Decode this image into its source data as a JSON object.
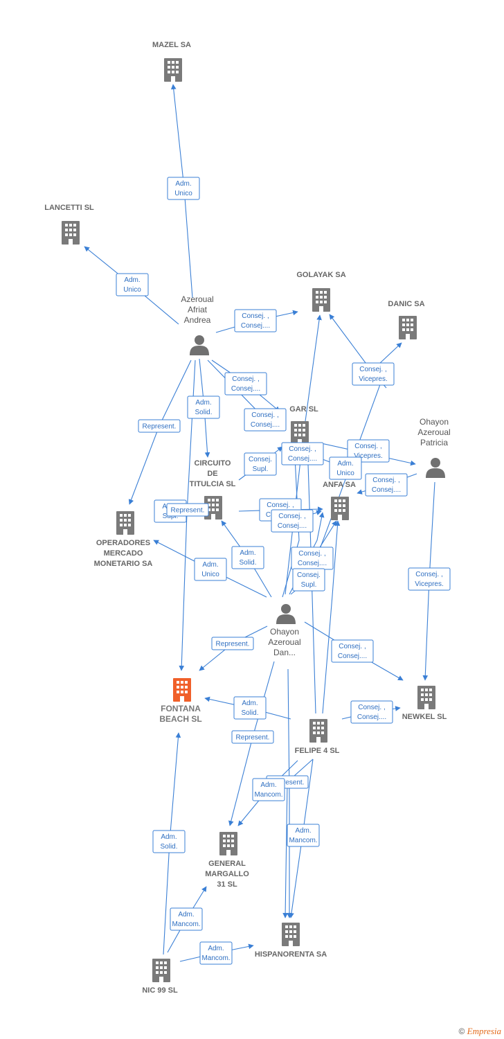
{
  "colors": {
    "edge": "#3a7fd5",
    "company": "#7a7a7a",
    "focus_company": "#f0602a",
    "person": "#707070",
    "label": "#666666"
  },
  "nodes": [
    {
      "id": "mazel",
      "type": "company",
      "label": [
        "MAZEL SA"
      ]
    },
    {
      "id": "lancetti",
      "type": "company",
      "label": [
        "LANCETTI  SL"
      ]
    },
    {
      "id": "golayak",
      "type": "company",
      "label": [
        "GOLAYAK SA"
      ]
    },
    {
      "id": "danic",
      "type": "company",
      "label": [
        "DANIC SA"
      ]
    },
    {
      "id": "andrea",
      "type": "person",
      "label": [
        "Azeroual",
        "Afriat",
        "Andrea"
      ]
    },
    {
      "id": "gar",
      "type": "company",
      "label": [
        "GAR  SL"
      ]
    },
    {
      "id": "patricia",
      "type": "person",
      "label": [
        "Ohayon",
        "Azeroual",
        "Patricia"
      ]
    },
    {
      "id": "circuito",
      "type": "company",
      "label": [
        "CIRCUITO",
        "DE",
        "TITULCIA  SL"
      ]
    },
    {
      "id": "anfa",
      "type": "company",
      "label": [
        "ANFA SA"
      ]
    },
    {
      "id": "operadores",
      "type": "company",
      "label": [
        "OPERADORES",
        "MERCADO",
        "MONETARIO SA"
      ]
    },
    {
      "id": "dan",
      "type": "person",
      "label": [
        "Ohayon",
        "Azeroual",
        "Dan..."
      ]
    },
    {
      "id": "fontana",
      "type": "focus",
      "label": [
        "FONTANA",
        "BEACH  SL"
      ]
    },
    {
      "id": "newkel",
      "type": "company",
      "label": [
        "NEWKEL  SL"
      ]
    },
    {
      "id": "felipe",
      "type": "company",
      "label": [
        "FELIPE 4  SL"
      ]
    },
    {
      "id": "margallo",
      "type": "company",
      "label": [
        "GENERAL",
        "MARGALLO",
        "31  SL"
      ]
    },
    {
      "id": "hispanorenta",
      "type": "company",
      "label": [
        "HISPANORENTA SA"
      ]
    },
    {
      "id": "nic99",
      "type": "company",
      "label": [
        "NIC 99  SL"
      ]
    }
  ],
  "edges": [
    {
      "id": "e01",
      "label": [
        "Adm.",
        "Unico"
      ]
    },
    {
      "id": "e02",
      "label": [
        "Adm.",
        "Unico"
      ]
    },
    {
      "id": "e03",
      "label": [
        "Consej. ,",
        "Consej...."
      ]
    },
    {
      "id": "e04",
      "label": [
        "Consej. ,",
        "Vicepres."
      ]
    },
    {
      "id": "e05",
      "label": [
        "Consej. ,",
        "Consej...."
      ]
    },
    {
      "id": "e06",
      "label": [
        "Consej. ,",
        "Consej...."
      ]
    },
    {
      "id": "e07",
      "label": [
        "Adm.",
        "Solid."
      ]
    },
    {
      "id": "e08",
      "label": [
        "Represent."
      ]
    },
    {
      "id": "e09",
      "label": [
        "Consej. ,",
        "Consej...."
      ]
    },
    {
      "id": "e10",
      "label": [
        "Consej. ,",
        "Vicepres."
      ]
    },
    {
      "id": "e11",
      "label": [
        "Consej.",
        "Supl."
      ]
    },
    {
      "id": "e12",
      "label": [
        "Adm.",
        "Unico"
      ]
    },
    {
      "id": "e13",
      "label": [
        "Consej. ,",
        "Consej...."
      ]
    },
    {
      "id": "e14",
      "label": [
        "Adm.",
        "Supl."
      ]
    },
    {
      "id": "e15",
      "label": [
        "Represent."
      ]
    },
    {
      "id": "e16",
      "label": [
        "Consej. ,",
        "Consej...."
      ]
    },
    {
      "id": "e17",
      "label": [
        "Consej. ,",
        "Consej...."
      ]
    },
    {
      "id": "e18",
      "label": [
        "Consej. ,",
        "Consej...."
      ]
    },
    {
      "id": "e19",
      "label": [
        "Adm.",
        "Solid."
      ]
    },
    {
      "id": "e20",
      "label": [
        "Adm.",
        "Unico"
      ]
    },
    {
      "id": "e21",
      "label": [
        "Consej. ,",
        "Vicepres."
      ]
    },
    {
      "id": "e22",
      "label": [
        "Consej.",
        "Supl."
      ]
    },
    {
      "id": "e23",
      "label": [
        "Represent."
      ]
    },
    {
      "id": "e24",
      "label": [
        "Consej. ,",
        "Consej...."
      ]
    },
    {
      "id": "e25",
      "label": [
        "Adm.",
        "Solid."
      ]
    },
    {
      "id": "e26",
      "label": [
        "Consej. ,",
        "Consej...."
      ]
    },
    {
      "id": "e27",
      "label": [
        "Represent."
      ]
    },
    {
      "id": "e28",
      "label": [
        "Represent."
      ]
    },
    {
      "id": "e29",
      "label": [
        "Adm.",
        "Mancom."
      ]
    },
    {
      "id": "e30",
      "label": [
        "Adm.",
        "Solid."
      ]
    },
    {
      "id": "e31",
      "label": [
        "Adm.",
        "Mancom."
      ]
    },
    {
      "id": "e32",
      "label": [
        "Adm.",
        "Mancom."
      ]
    },
    {
      "id": "e33",
      "label": [
        "Adm.",
        "Mancom."
      ]
    }
  ],
  "footer": {
    "copyright": "©",
    "brand": "Empresia"
  }
}
